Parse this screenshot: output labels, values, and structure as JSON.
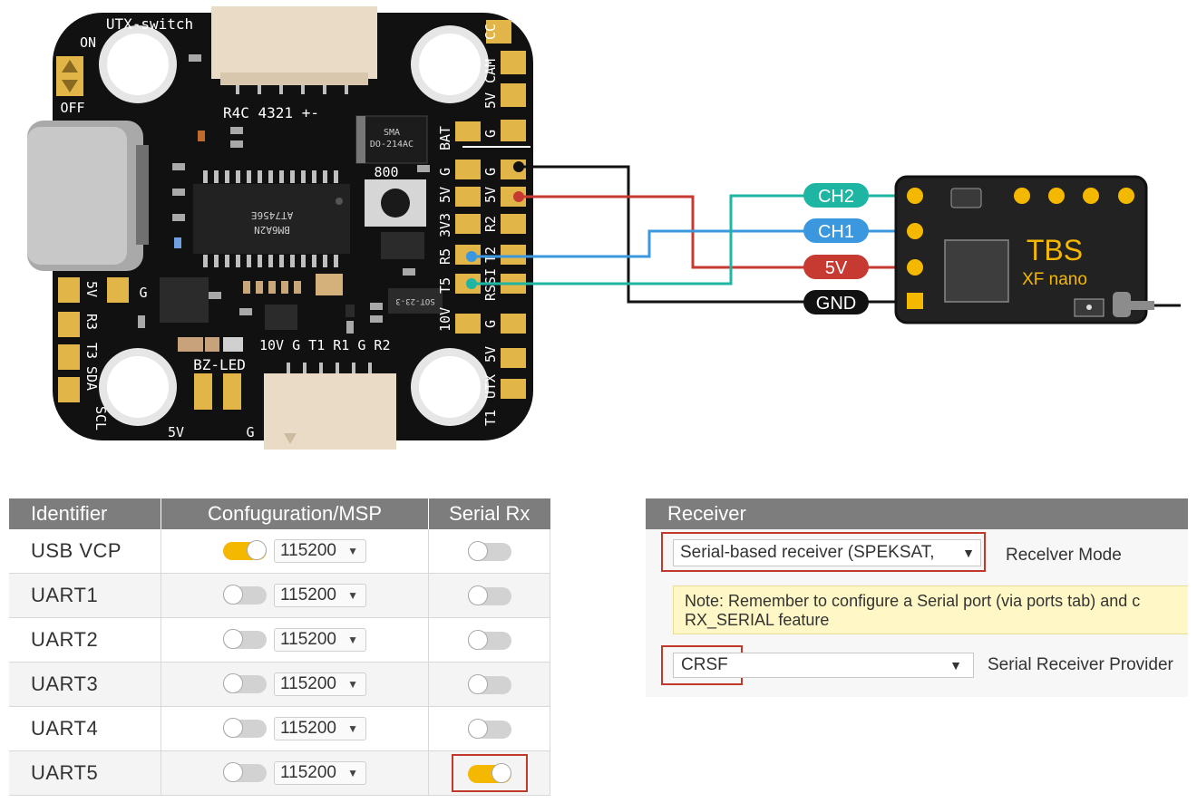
{
  "board": {
    "name": "UTX-switch",
    "switch_on": "ON",
    "switch_off": "OFF",
    "top_pads": "R4C 4321 +-",
    "diode_line1": "SMA",
    "diode_line2": "DO-214AC",
    "chip_line1": "AT7456E",
    "chip_line2": "BM6A2N",
    "part_800": "800",
    "sot_label": "SOT-23-3",
    "bz_led": "BZ-LED",
    "bottom_pads": "10V G T1 R1 G R2",
    "bottom_5v": "5V",
    "bottom_g": "G",
    "left_pads": [
      "5V",
      "R3",
      "T3",
      "SDA",
      "SCL"
    ],
    "left_g": "G",
    "right_outer": [
      "CC",
      "CAM",
      "5V",
      "G",
      "BAT"
    ],
    "right_inner": [
      "G",
      "5V",
      "3V3",
      "R5",
      "T5",
      "10V"
    ],
    "right_pad_labels": [
      "G",
      "5V",
      "R2",
      "T2",
      "RSSI",
      "G"
    ],
    "right_bottom": [
      "5V",
      "UTX",
      "T1"
    ]
  },
  "receiver_module": {
    "brand": "TBS",
    "model": "XF nano"
  },
  "wire_labels": {
    "ch2": "CH2",
    "ch1": "CH1",
    "v5": "5V",
    "gnd": "GND"
  },
  "wire_colors": {
    "ch2": "#1fb5a3",
    "ch1": "#3b97de",
    "v5": "#c73a32",
    "gnd": "#111111"
  },
  "ports_table": {
    "headers": [
      "Identifier",
      "Confuguration/MSP",
      "Serial Rx"
    ],
    "rows": [
      {
        "id": "USB VCP",
        "msp_on": true,
        "baud": "115200",
        "rx_on": false
      },
      {
        "id": "UART1",
        "msp_on": false,
        "baud": "115200",
        "rx_on": false
      },
      {
        "id": "UART2",
        "msp_on": false,
        "baud": "115200",
        "rx_on": false
      },
      {
        "id": "UART3",
        "msp_on": false,
        "baud": "115200",
        "rx_on": false
      },
      {
        "id": "UART4",
        "msp_on": false,
        "baud": "115200",
        "rx_on": false
      },
      {
        "id": "UART5",
        "msp_on": false,
        "baud": "115200",
        "rx_on": true
      }
    ]
  },
  "receiver_panel": {
    "title": "Receiver",
    "mode_value": "Serial-based receiver (SPEKSAT,",
    "mode_label": "Recelver Mode",
    "note_line1": "Note: Remember to configure a Serial port (via ports tab) and c",
    "note_line2": "RX_SERIAL feature",
    "provider_value": "CRSF",
    "provider_label": "Serial Receiver Provider"
  },
  "colors": {
    "accent_toggle": "#f5b800",
    "highlight_box": "#c0392b",
    "pad_gold": "#e2b548",
    "board_black": "#111111"
  }
}
